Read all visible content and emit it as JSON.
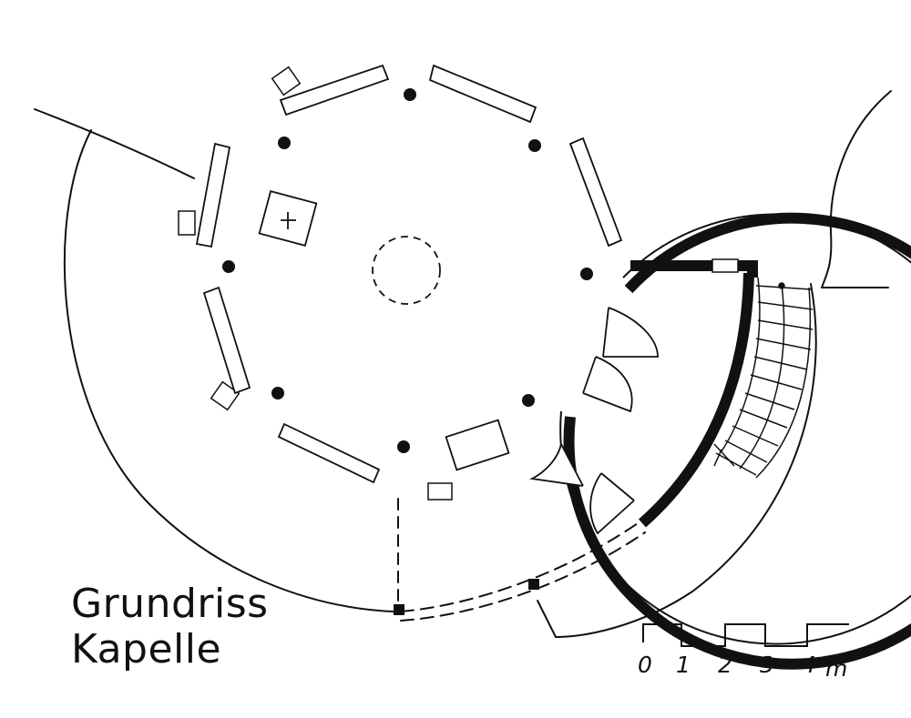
{
  "title": {
    "line1": "Grundriss",
    "line2": "Kapelle"
  },
  "scale": {
    "labels": [
      "0",
      "1",
      "2",
      "3",
      "4"
    ],
    "unit": "m"
  },
  "colors": {
    "ink": "#111111",
    "paper": "#ffffff"
  },
  "icons": {
    "altar": "cross-icon"
  }
}
